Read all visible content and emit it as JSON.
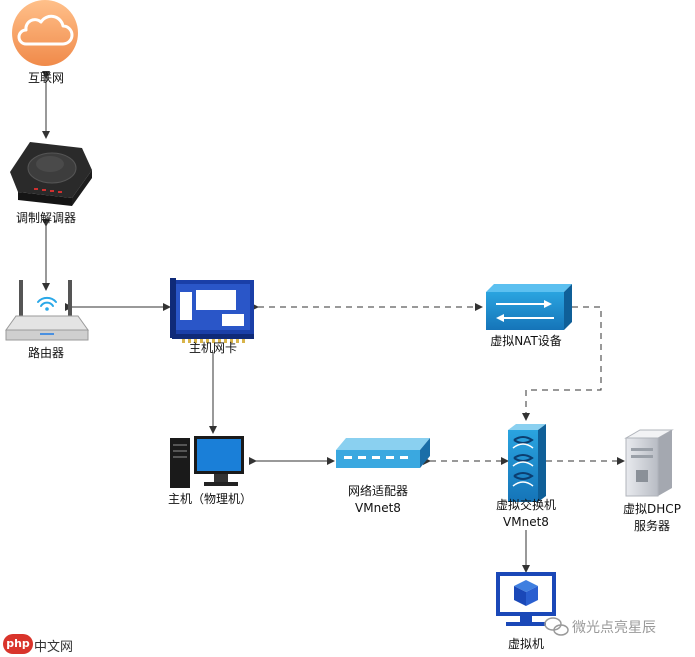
{
  "nodes": {
    "internet": "互联网",
    "modem": "调制解调器",
    "router": "路由器",
    "host_nic": "主机网卡",
    "virtual_nat": "虚拟NAT设备",
    "host": "主机（物理机）",
    "adapter_line1": "网络适配器",
    "adapter_line2": "VMnet8",
    "switch_line1": "虚拟交换机",
    "switch_line2": "VMnet8",
    "dhcp_line1": "虚拟DHCP",
    "dhcp_line2": "服务器",
    "vm": "虚拟机"
  },
  "watermark": {
    "brand": "微光点亮星辰",
    "site_badge": "php",
    "site_rest": "中文网"
  },
  "colors": {
    "cloud": "#f0a060",
    "nic_blue": "#1a3fa8",
    "cisco_blue": "#1e8fd0",
    "monitor_blue": "#1a48b8",
    "line": "#333333"
  }
}
